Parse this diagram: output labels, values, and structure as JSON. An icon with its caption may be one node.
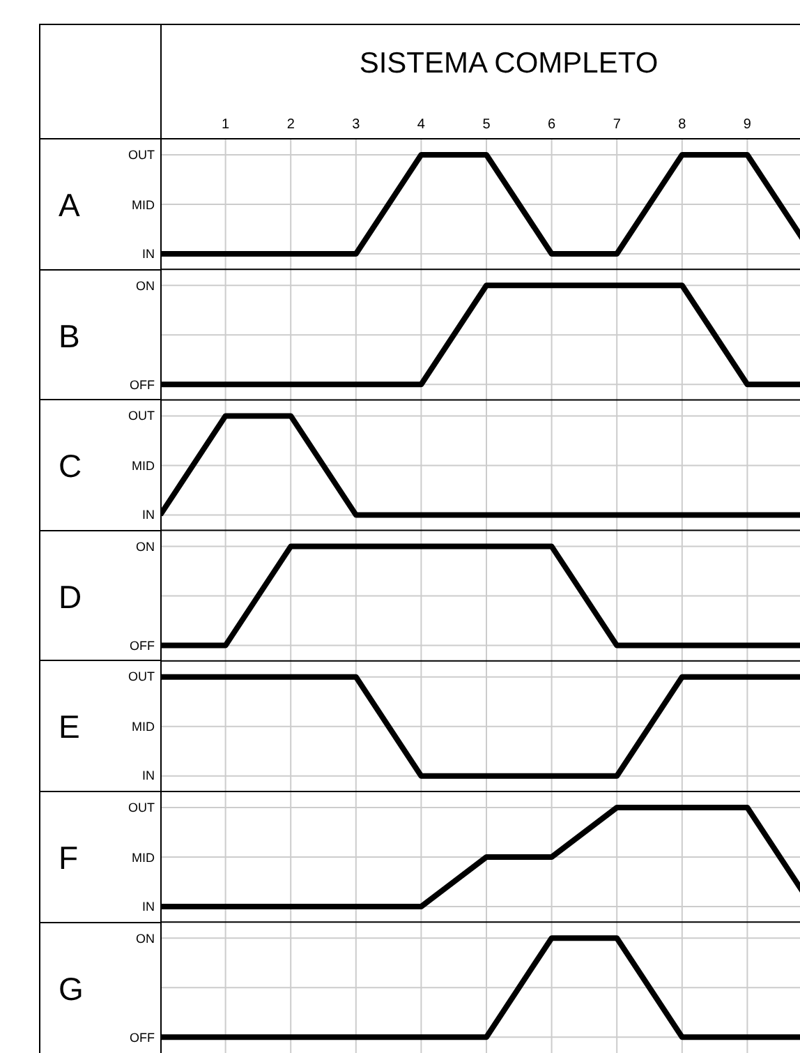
{
  "diagram": {
    "title": "SISTEMA COMPLETO",
    "nodes": [
      {
        "text": [
          "A",
          "OUT",
          "MID",
          "IN"
        ]
      },
      {
        "text": [
          "B",
          "ON",
          "OFF"
        ]
      },
      {
        "text": [
          "C",
          "OUT",
          "MID",
          "IN"
        ]
      },
      {
        "text": [
          "D",
          "ON",
          "OFF"
        ]
      },
      {
        "text": [
          "E",
          "OUT",
          "MID",
          "IN"
        ]
      },
      {
        "text": [
          "F",
          "OUT",
          "MID",
          "IN"
        ]
      },
      {
        "text": [
          "G",
          "ON",
          "OFF"
        ]
      }
    ],
    "labels": [
      "1",
      "2",
      "3",
      "4",
      "5",
      "6",
      "7",
      "8",
      "9"
    ]
  }
}
